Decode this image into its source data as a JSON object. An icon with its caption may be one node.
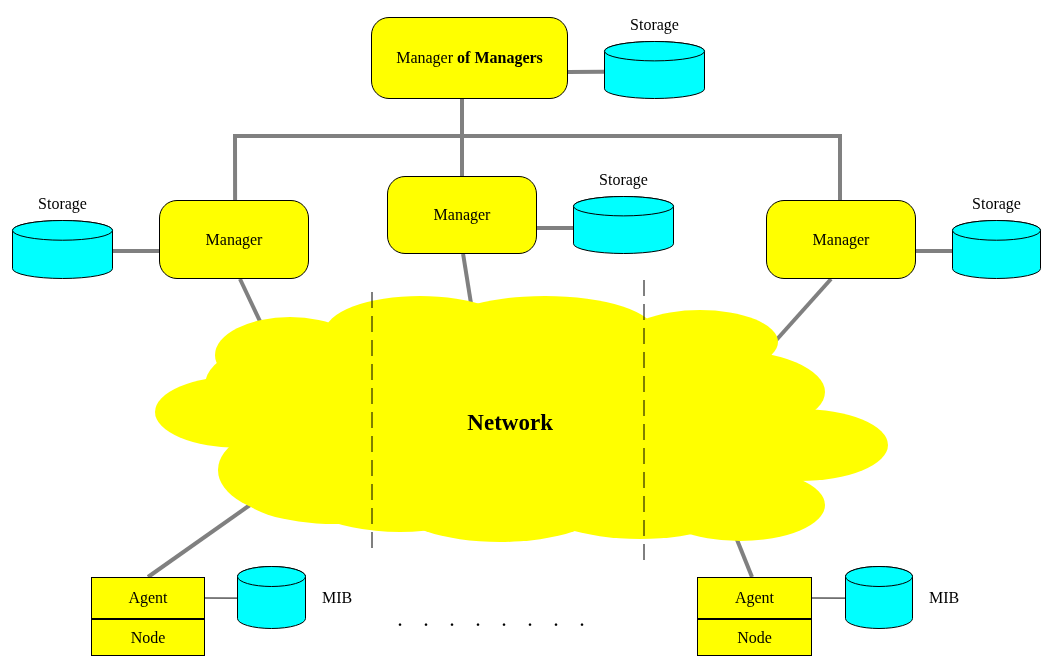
{
  "diagram": {
    "nodes": [
      {
        "text": [
          "Manager **of Managers**"
        ]
      },
      {
        "text": [
          "Storage"
        ]
      },
      {
        "text": [
          "Manager"
        ]
      },
      {
        "text": [
          "Storage"
        ]
      },
      {
        "text": [
          "Manager"
        ]
      },
      {
        "text": [
          "Storage"
        ]
      },
      {
        "text": [
          "Manager"
        ]
      },
      {
        "text": [
          "Storage"
        ]
      },
      {
        "text": [
          "Network"
        ]
      },
      {
        "text": [
          "Agent"
        ]
      },
      {
        "text": [
          "Node"
        ]
      },
      {
        "text": [
          "MIB"
        ]
      },
      {
        "text": [
          "Agent"
        ]
      },
      {
        "text": [
          "Node"
        ]
      },
      {
        "text": [
          "MIB"
        ]
      }
    ],
    "edges": [
      {
        "from": 0,
        "to": 1,
        "arrow": "none"
      },
      {
        "from": 0,
        "to": 2,
        "arrow": "none"
      },
      {
        "from": 0,
        "to": 4,
        "arrow": "none"
      },
      {
        "from": 0,
        "to": 6,
        "arrow": "none"
      },
      {
        "from": 2,
        "to": 3,
        "arrow": "none"
      },
      {
        "from": 4,
        "to": 5,
        "arrow": "none"
      },
      {
        "from": 6,
        "to": 7,
        "arrow": "none"
      },
      {
        "from": 2,
        "to": 8,
        "arrow": "none"
      },
      {
        "from": 4,
        "to": 8,
        "arrow": "none"
      },
      {
        "from": 6,
        "to": 8,
        "arrow": "none"
      },
      {
        "from": 8,
        "to": 9,
        "arrow": "none"
      },
      {
        "from": 8,
        "to": 12,
        "arrow": "none"
      },
      {
        "from": 9,
        "to": 11,
        "arrow": "none",
        "color": "#000000"
      },
      {
        "from": 12,
        "to": 14,
        "arrow": "none",
        "color": "#000000"
      }
    ],
    "labels": [
      ". . . . . . . ."
    ]
  }
}
